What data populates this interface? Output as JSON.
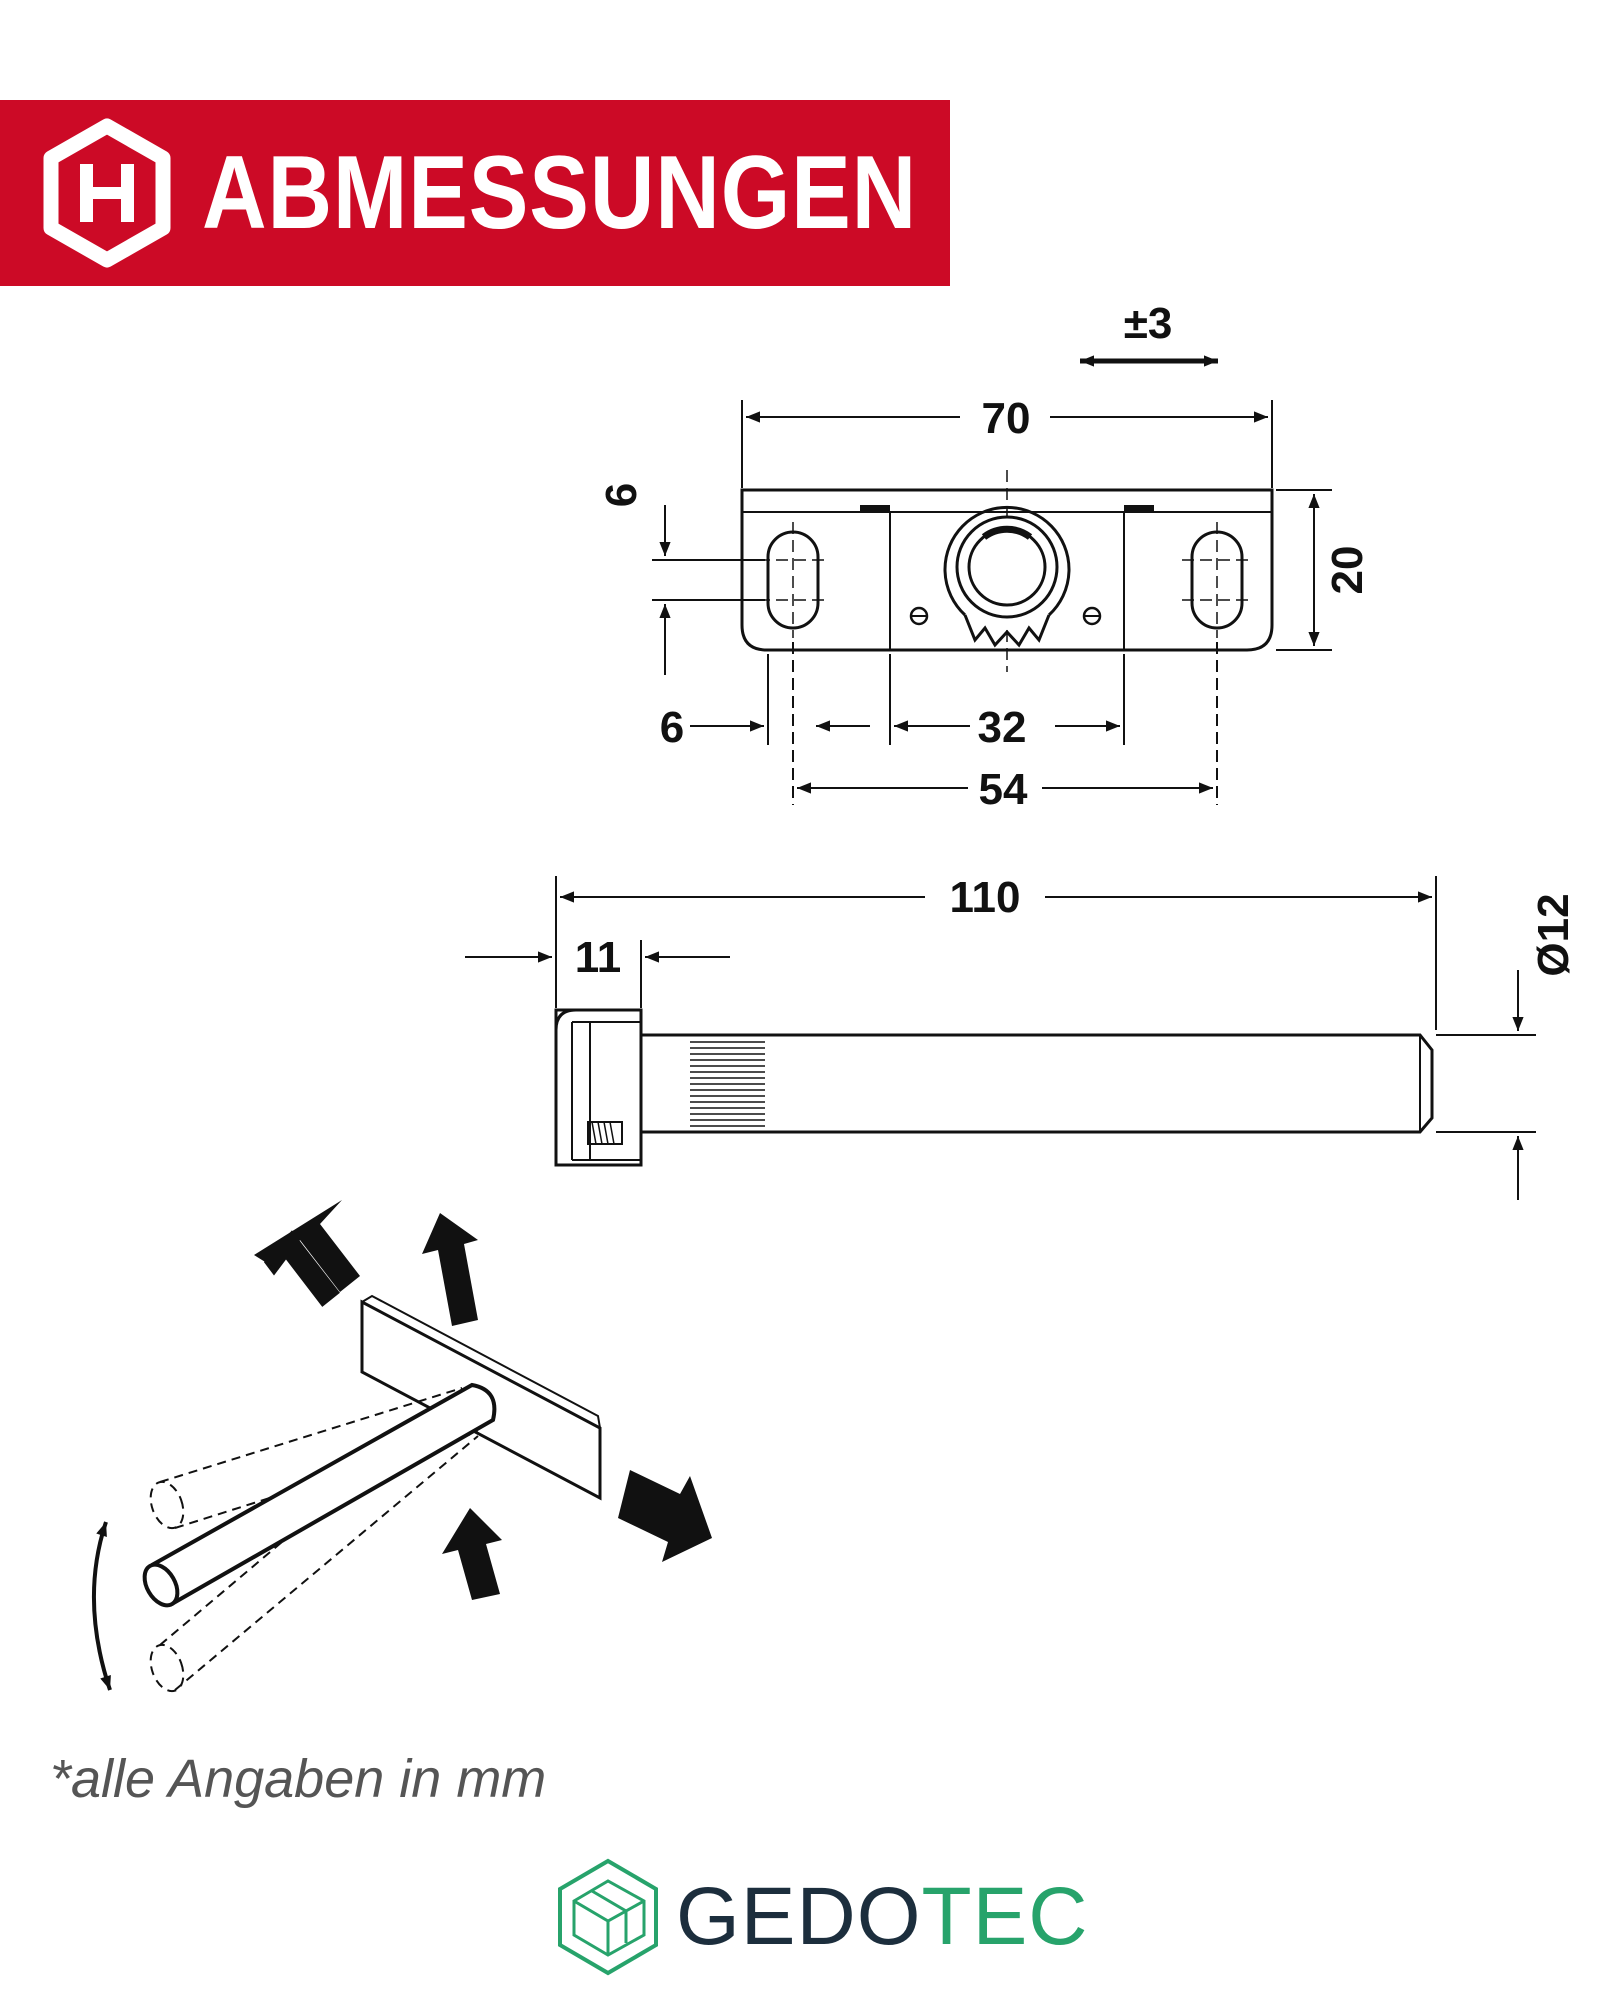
{
  "header": {
    "title": "ABMESSUNGEN",
    "accent_color": "#cc0a26",
    "logo_icon": "hexagon-h-icon"
  },
  "top_view": {
    "overall_width": "70",
    "adjust_range": "±3",
    "height": "20",
    "slot_height": "6",
    "edge_offset": "6",
    "center_width": "32",
    "hole_spacing": "54"
  },
  "side_view": {
    "pin_length": "110",
    "cap_length": "11",
    "pin_diameter": "Ø12"
  },
  "footnote": "*alle Angaben in mm",
  "brand": {
    "name_part1": "GEDO",
    "name_part2": "TEC",
    "color_dark": "#1c2e3d",
    "color_green": "#27a36b"
  }
}
